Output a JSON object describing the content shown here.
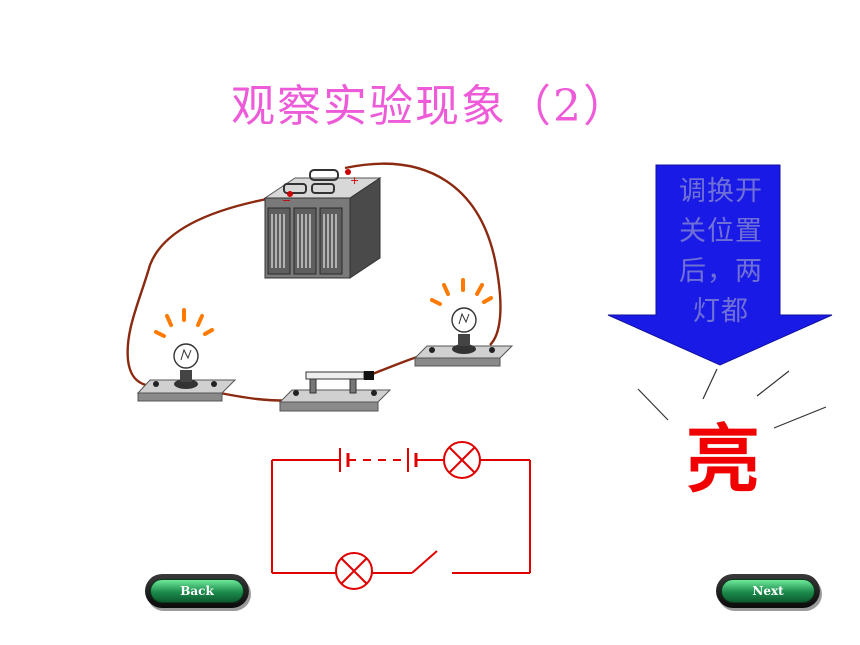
{
  "slide": {
    "title": "观察实验现象（2）",
    "arrow_text": "调换开关位置后，两灯都",
    "result_char": "亮"
  },
  "nav": {
    "back_label": "Back",
    "next_label": "Next"
  },
  "colors": {
    "title": "#ee5bd9",
    "arrow_fill": "#1a1ae6",
    "arrow_text": "#6f70d6",
    "result": "#f00000",
    "schematic": "#e00000",
    "wire": "#8b2a10",
    "spark": "#ff7a00"
  },
  "icons": [
    "battery-icon",
    "bulb-icon",
    "switch-icon",
    "back-button-icon",
    "next-button-icon"
  ]
}
